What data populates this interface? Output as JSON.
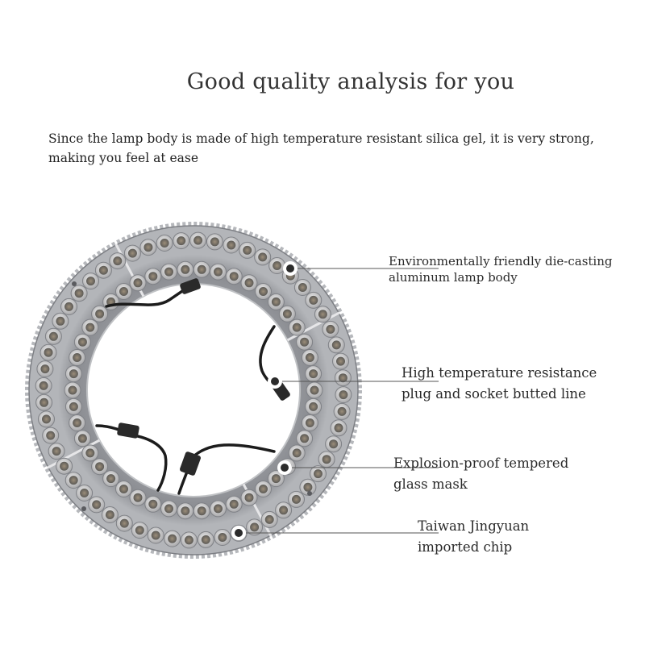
{
  "heading": "Good quality analysis for you",
  "intro_text": "Since the lamp body is made of high temperature resistant silica gel, it is very strong, making you feel at ease",
  "callouts": [
    {
      "line1": "Environmentally friendly die-casting",
      "line2": "aluminum lamp body"
    },
    {
      "line1": "High temperature resistance",
      "line2": "plug and socket butted line"
    },
    {
      "line1": "Explosion-proof tempered",
      "line2": "glass mask"
    },
    {
      "line1": "Taiwan Jingyuan",
      "line2": "imported chip"
    }
  ],
  "colors": {
    "lamp_body": "#8f9196",
    "lamp_edge": "#a4a6ab",
    "led_outer": "#c9c9cb",
    "led_inner": "#6e6d6a",
    "cable": "#1c1c1c"
  }
}
